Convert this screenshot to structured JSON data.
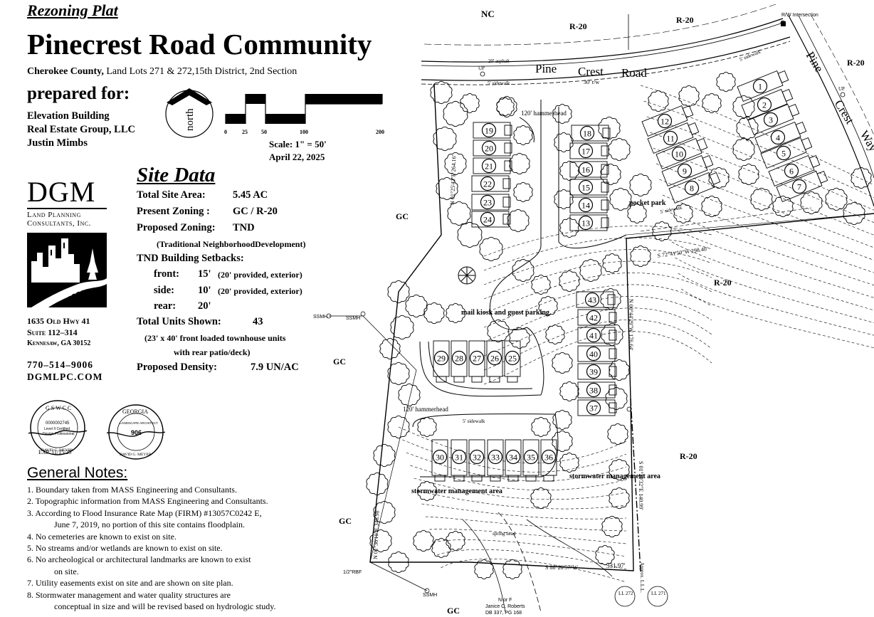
{
  "header": {
    "doc_type": "Rezoning Plat",
    "title": "Pinecrest Road Community",
    "location_bold": "Cherokee County,",
    "location_rest": " Land Lots 271 & 272,15th District, 2nd Section"
  },
  "prepared_for": {
    "label": "prepared for:",
    "line1": "Elevation Building",
    "line2": "Real Estate Group, LLC",
    "line3": "Justin Mimbs"
  },
  "north_label": "north",
  "scale": {
    "ticks": [
      "0",
      "25",
      "50",
      "100",
      "200"
    ],
    "text": "Scale: 1\" = 50'",
    "date": "April 22, 2025"
  },
  "firm": {
    "initials": "DGM",
    "name_line1": "Land Planning",
    "name_line2": "Consultants, Inc.",
    "address1": "1635 Old Hwy 41",
    "address2": "Suite 112–314",
    "address3": "Kennesaw, GA 30152",
    "phone": "770–514–9006",
    "web": "DGMLPC.COM"
  },
  "seals": {
    "seal1_top": "G S W C C",
    "seal1_id": "0000002745",
    "seal1_level": "Level II Certified",
    "seal1_design": "Design Professional",
    "seal1_name": "DAVID G. MEYER",
    "seal1_exp": "EXP. 11/15/25",
    "seal2_top": "GEORGIA",
    "seal2_mid": "LANDSCAPE ARCHITECT",
    "seal2_no": "906",
    "seal2_name": "DAVID G. MEYER"
  },
  "site_data": {
    "title": "Site Data",
    "area_label": "Total Site Area:",
    "area_value": "5.45 AC",
    "present_label": "Present Zoning :",
    "present_value": "GC / R-20",
    "proposed_label": "Proposed Zoning:",
    "proposed_value": "TND",
    "proposed_note": "(Traditional NeighborhoodDevelopment)",
    "setbacks_label": "TND Building Setbacks:",
    "front_label": "front:",
    "front_value": "15'",
    "front_note": "(20' provided, exterior)",
    "side_label": "side:",
    "side_value": "10'",
    "side_note": "(20' provided, exterior)",
    "rear_label": "rear:",
    "rear_value": "20'",
    "units_label": "Total Units Shown:",
    "units_value": "43",
    "units_note1": "(23' x 40' front loaded townhouse units",
    "units_note2": "with rear patio/deck)",
    "density_label": "Proposed Density:",
    "density_value": "7.9 UN/AC"
  },
  "notes": {
    "title": "General Notes:",
    "n1": "1.  Boundary taken from MASS Engineering and Consultants.",
    "n2": "2. Topographic information from MASS Engineering and Consultants.",
    "n3": "3. According to Flood Insurance Rate Map (FIRM) #13057C0242 E,",
    "n3b": "June 7, 2019, no portion of this site contains floodplain.",
    "n4": "4. No cemeteries are known to exist on site.",
    "n5": "5. No streams and/or wetlands are known to exist on site.",
    "n6": "6. No archeological or architectural landmarks are known to exist",
    "n6b": "on site.",
    "n7": "7. Utility easements exist on site and are shown on site plan.",
    "n8": "8. Stormwater management and water quality structures are",
    "n8b": "conceptual in size and will be revised based on hydrologic study."
  },
  "plan": {
    "nc": "NC",
    "rw": "R/W Intersection",
    "road_words": [
      "Pine",
      "Crest",
      "Road"
    ],
    "way_words": [
      "Pine",
      "Crest",
      "Way"
    ],
    "road_row": "30' r/w",
    "asphalt": "20' asphalt",
    "up": "UP",
    "sidewalk": "5' sidewalk",
    "hammerhead": "120' hammerhead",
    "pocket_park": "pocket park",
    "mail": "mail kiosk and guest parking",
    "stormwater": "stormwater management area",
    "spring_head": "spring head",
    "ssmh": "SSMH",
    "rbf": "1/2\"RBF",
    "owner1": "N or F",
    "owner2": "Janice C. Roberts",
    "owner3": "DB 337, PG 168",
    "ll272": "LL 272",
    "ll271": "LL 271",
    "brg_west": "N 01°25'42\"E  264.16'",
    "brg_west2": "N 01°36'10\"E  346.98'",
    "brg_east1": "N 00°44'29\"W  176.64'",
    "brg_east2": "S 01°20'32\"E  140.99'",
    "brg_mid": "S 72°41'50\"W  298.40'",
    "brg_south": "S 88°28'57\"W",
    "brg_south_dist": "331.97'",
    "approx": "Approx. L.L.L.",
    "zones": {
      "r20_top_left": "R-20",
      "r20_top_right": "R-20",
      "r20_far_right": "R-20",
      "r20_mid_right": "R-20",
      "r20_lower_right": "R-20",
      "gc_1": "GC",
      "gc_2": "GC",
      "gc_3": "GC",
      "gc_4": "GC"
    },
    "lots": [
      "1",
      "2",
      "3",
      "4",
      "5",
      "6",
      "7",
      "8",
      "9",
      "10",
      "11",
      "12",
      "13",
      "14",
      "15",
      "16",
      "17",
      "18",
      "19",
      "20",
      "21",
      "22",
      "23",
      "24",
      "25",
      "26",
      "27",
      "28",
      "29",
      "30",
      "31",
      "32",
      "33",
      "34",
      "35",
      "36",
      "37",
      "38",
      "39",
      "40",
      "41",
      "42",
      "43"
    ]
  }
}
